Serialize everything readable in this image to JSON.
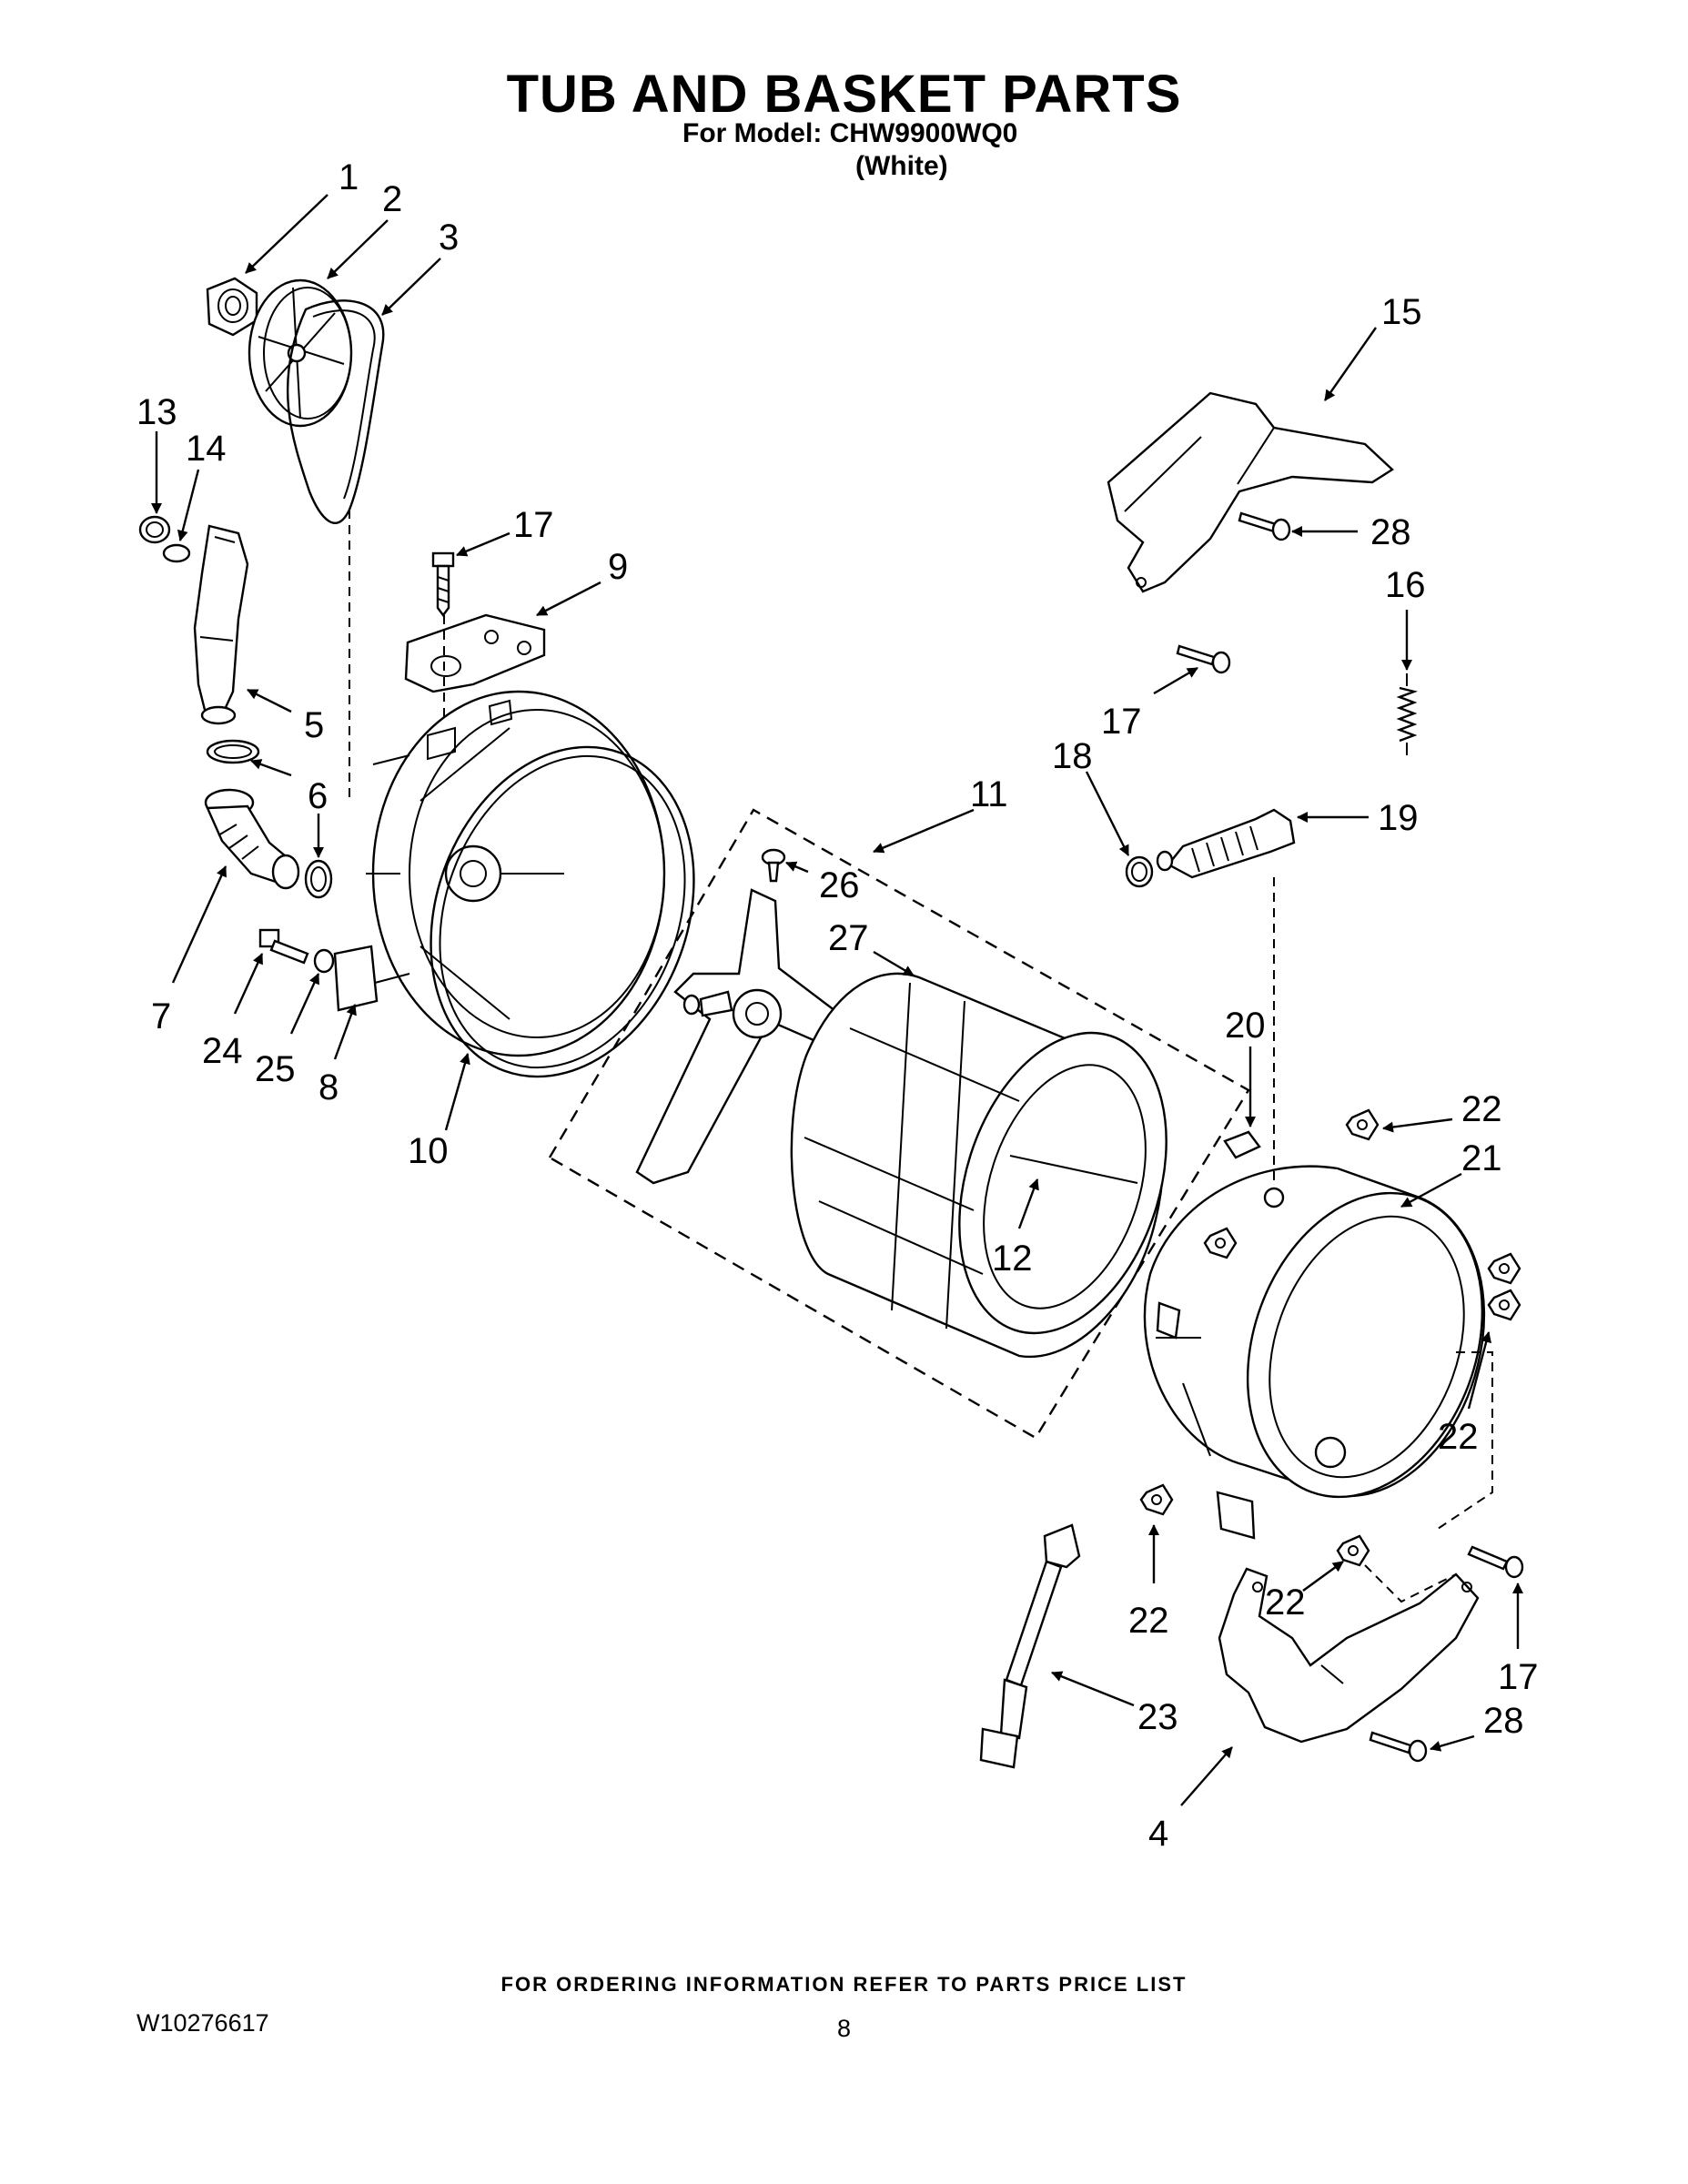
{
  "header": {
    "title": "TUB AND BASKET PARTS",
    "model_line": "For Model: CHW9900WQ0",
    "color_line": "(White)"
  },
  "diagram": {
    "callouts": [
      "1",
      "2",
      "3",
      "4",
      "5",
      "6",
      "7",
      "8",
      "9",
      "10",
      "11",
      "12",
      "13",
      "14",
      "15",
      "16",
      "17",
      "17",
      "17",
      "17",
      "18",
      "19",
      "20",
      "21",
      "22",
      "22",
      "22",
      "22",
      "22",
      "23",
      "24",
      "25",
      "26",
      "27",
      "28",
      "28"
    ]
  },
  "footer": {
    "ordering_note": "FOR ORDERING INFORMATION REFER TO PARTS PRICE LIST",
    "document_number": "W10276617",
    "page_number": "8"
  }
}
